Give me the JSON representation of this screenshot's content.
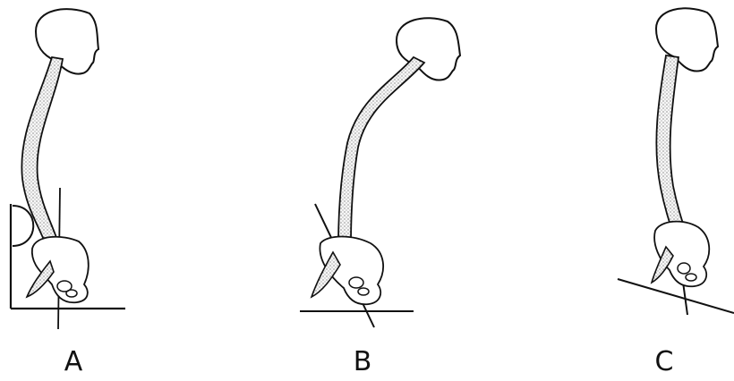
{
  "panels": [
    {
      "label": "A"
    },
    {
      "label": "B"
    },
    {
      "label": "C"
    }
  ],
  "colors": {
    "ink": "#111111",
    "bone_fill": "#f2f2f2",
    "stipple": "#555555"
  }
}
